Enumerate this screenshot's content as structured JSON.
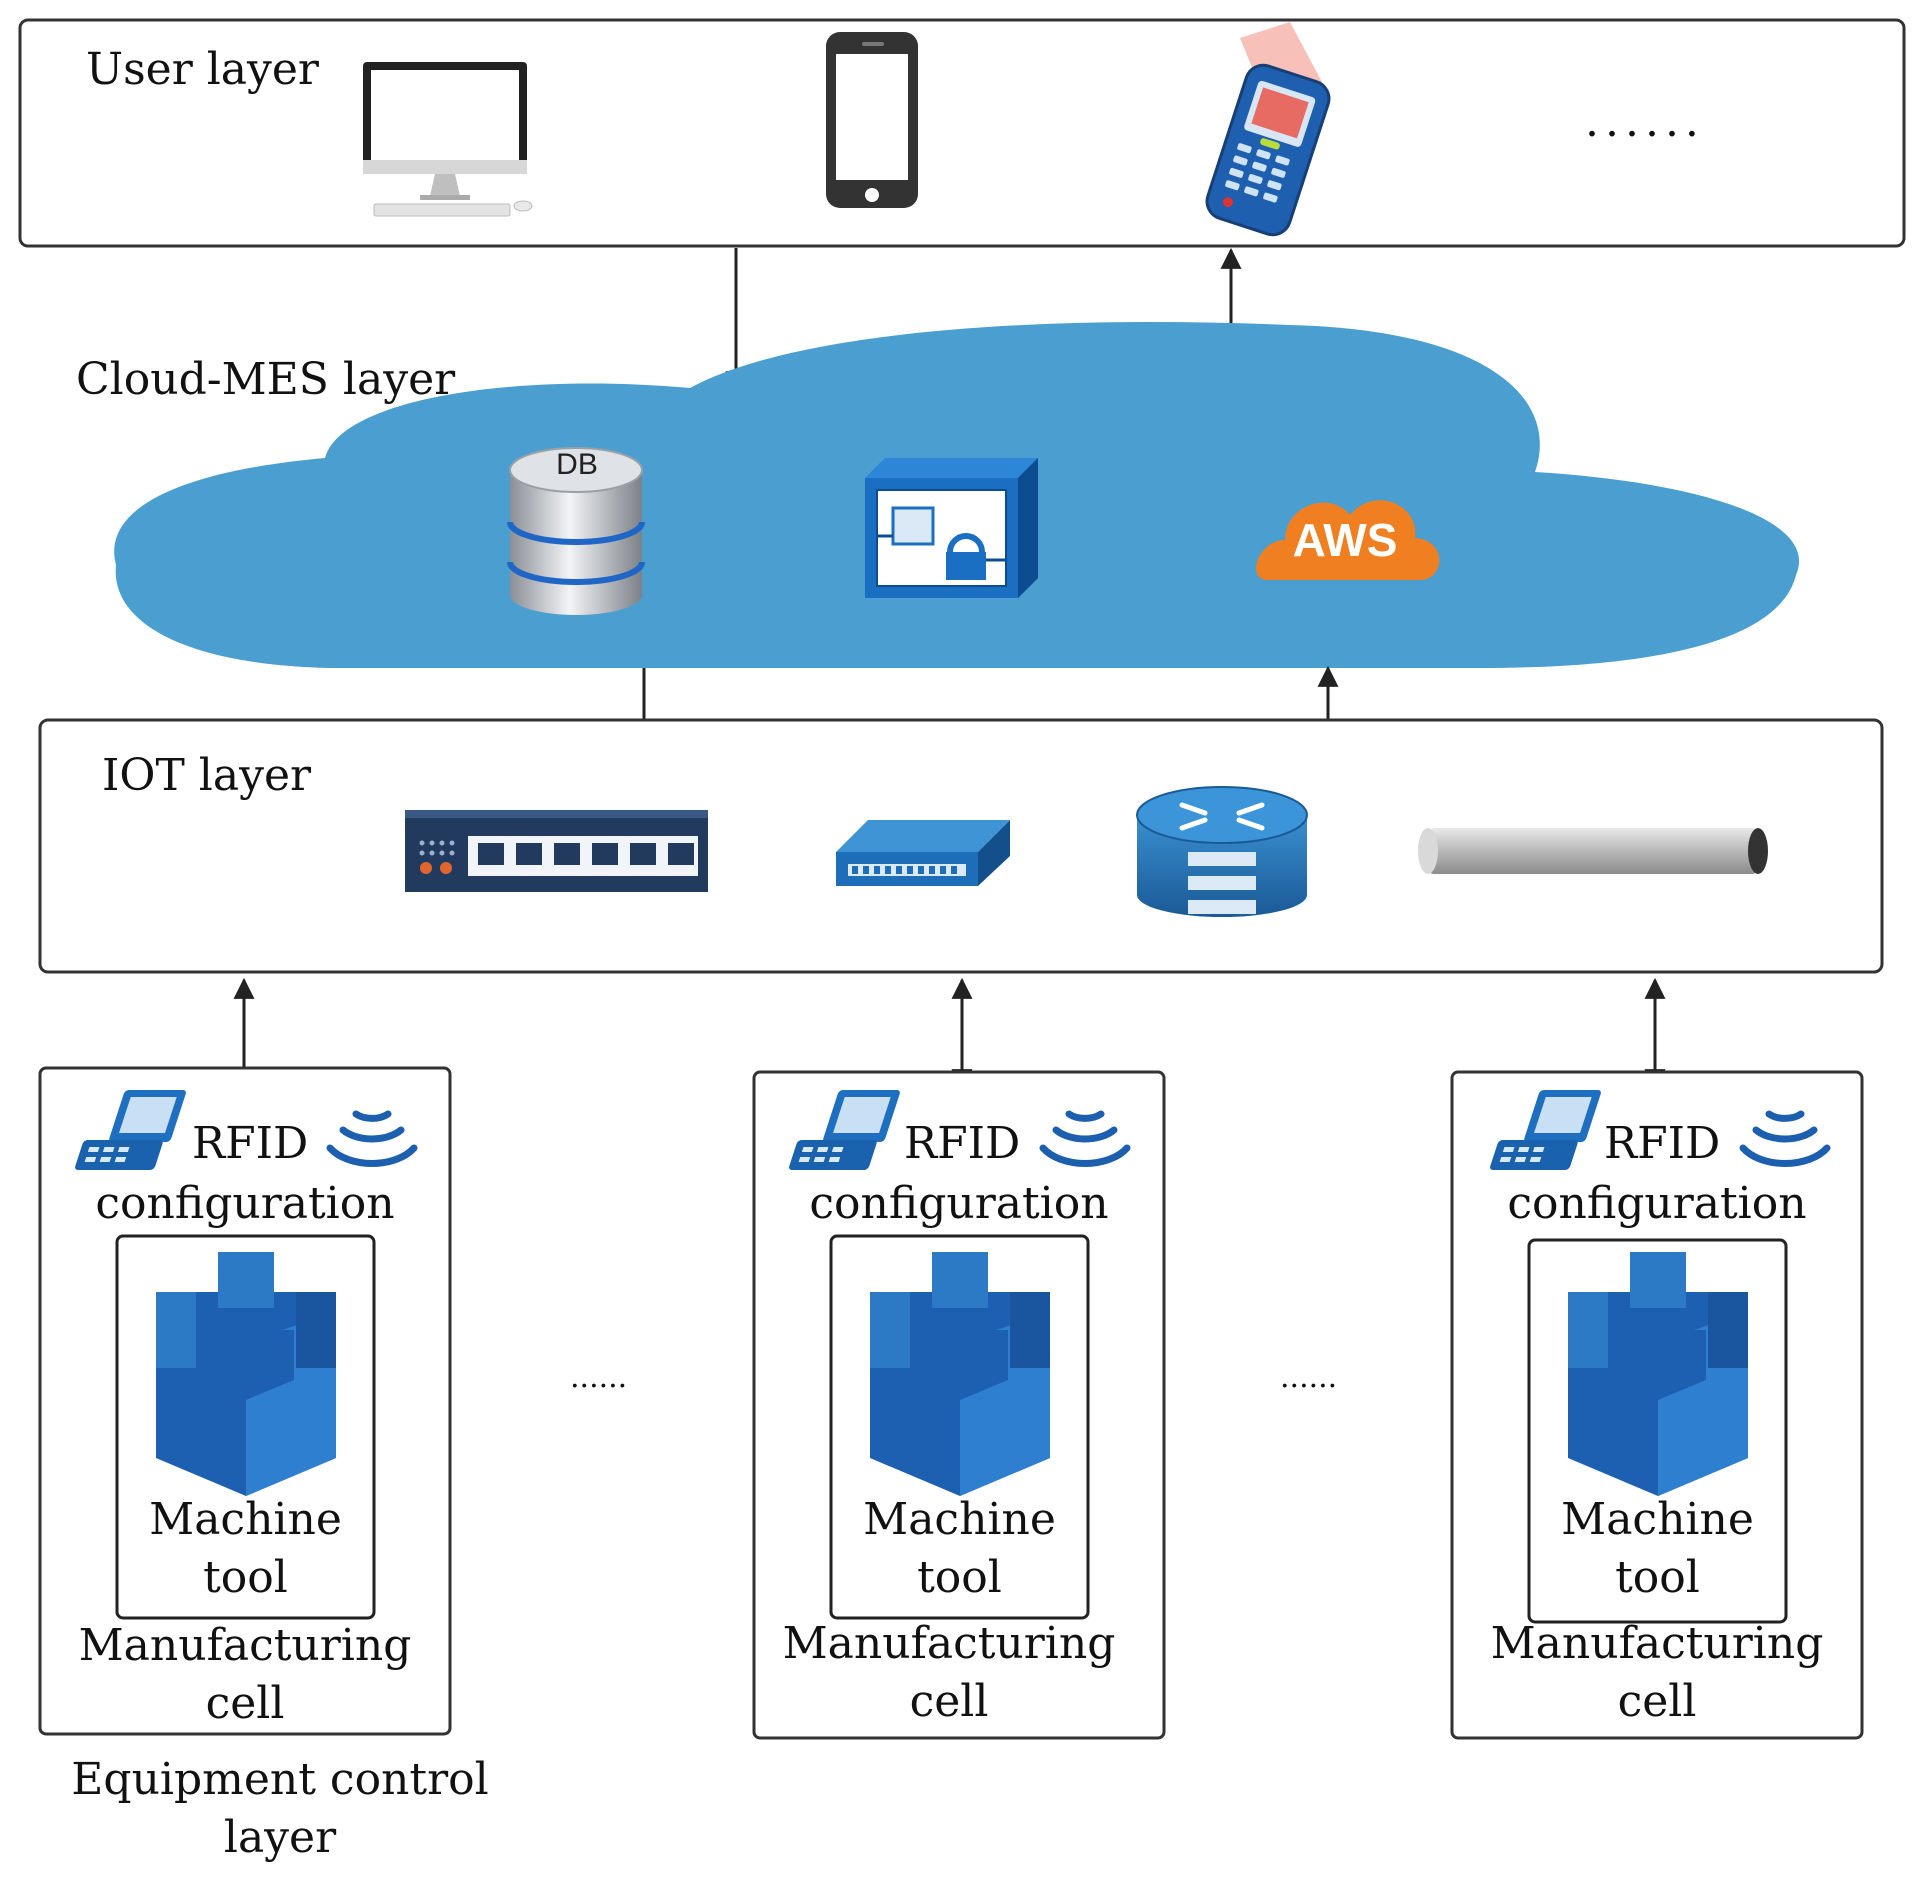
{
  "user_layer": {
    "label": "User layer",
    "ellipsis": "......"
  },
  "cloud_layer": {
    "label": "Cloud-MES layer",
    "db_text": "DB",
    "aws_text": "AWS"
  },
  "iot_layer": {
    "label": "IOT layer"
  },
  "equipment_layer": {
    "label_line1": "Equipment control",
    "label_line2": "layer",
    "separator": "......",
    "cells": [
      {
        "rfid": "RFID",
        "config": "configuration",
        "machine_line1": "Machine",
        "machine_line2": "tool",
        "cell_line1": "Manufacturing",
        "cell_line2": "cell"
      },
      {
        "rfid": "RFID",
        "config": "configuration",
        "machine_line1": "Machine",
        "machine_line2": "tool",
        "cell_line1": "Manufacturing",
        "cell_line2": "cell"
      },
      {
        "rfid": "RFID",
        "config": "configuration",
        "machine_line1": "Machine",
        "machine_line2": "tool",
        "cell_line1": "Manufacturing",
        "cell_line2": "cell"
      }
    ]
  },
  "colors": {
    "cloud": "#4a9fd0",
    "icon_blue": "#1d6fbf",
    "icon_dark": "#1d5d9b",
    "aws_orange": "#f07f22",
    "border": "#333333"
  }
}
